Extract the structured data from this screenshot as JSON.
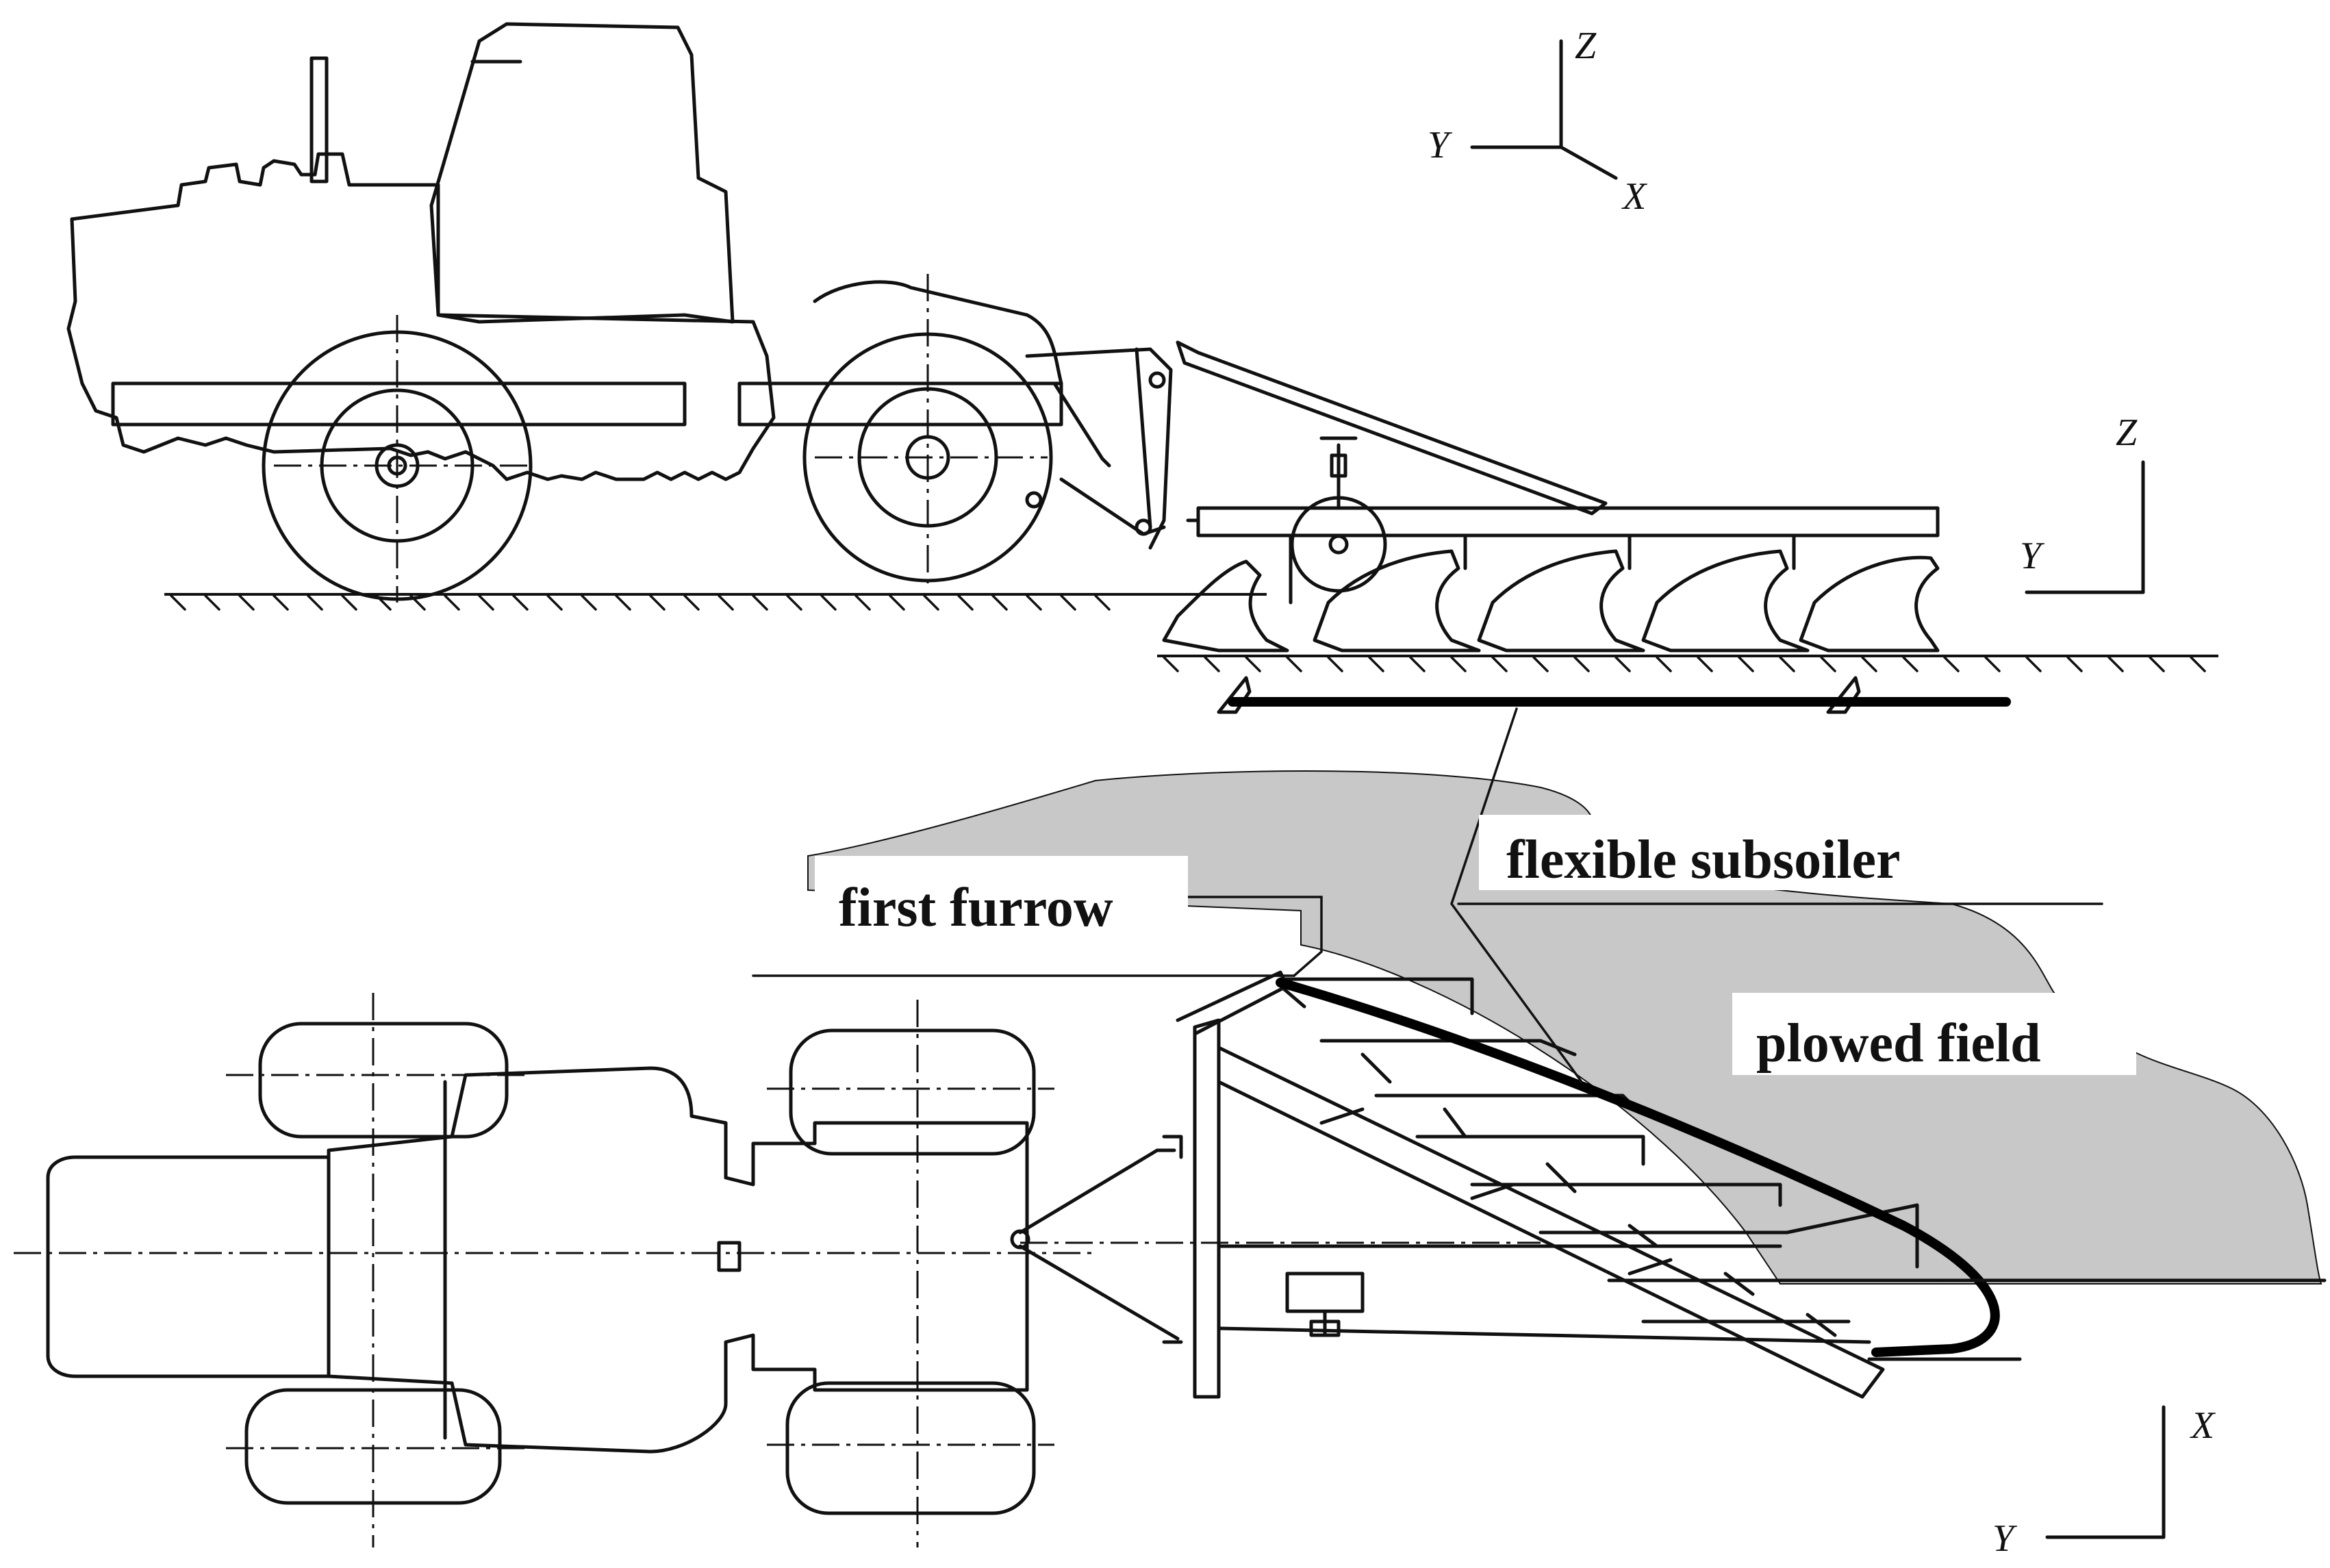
{
  "labels": {
    "first_furrow": "first furrow",
    "flexible_subsoiler": "flexible subsoiler",
    "plowed_field": "plowed field"
  },
  "axes": {
    "iso": {
      "x": "X",
      "y": "Y",
      "z": "Z"
    },
    "side": {
      "y": "Y",
      "z": "Z"
    },
    "top": {
      "x": "X",
      "y": "Y"
    }
  },
  "colors": {
    "line": "#111111",
    "plowed_field_fill": "#c8c8c8",
    "background": "#ffffff"
  }
}
